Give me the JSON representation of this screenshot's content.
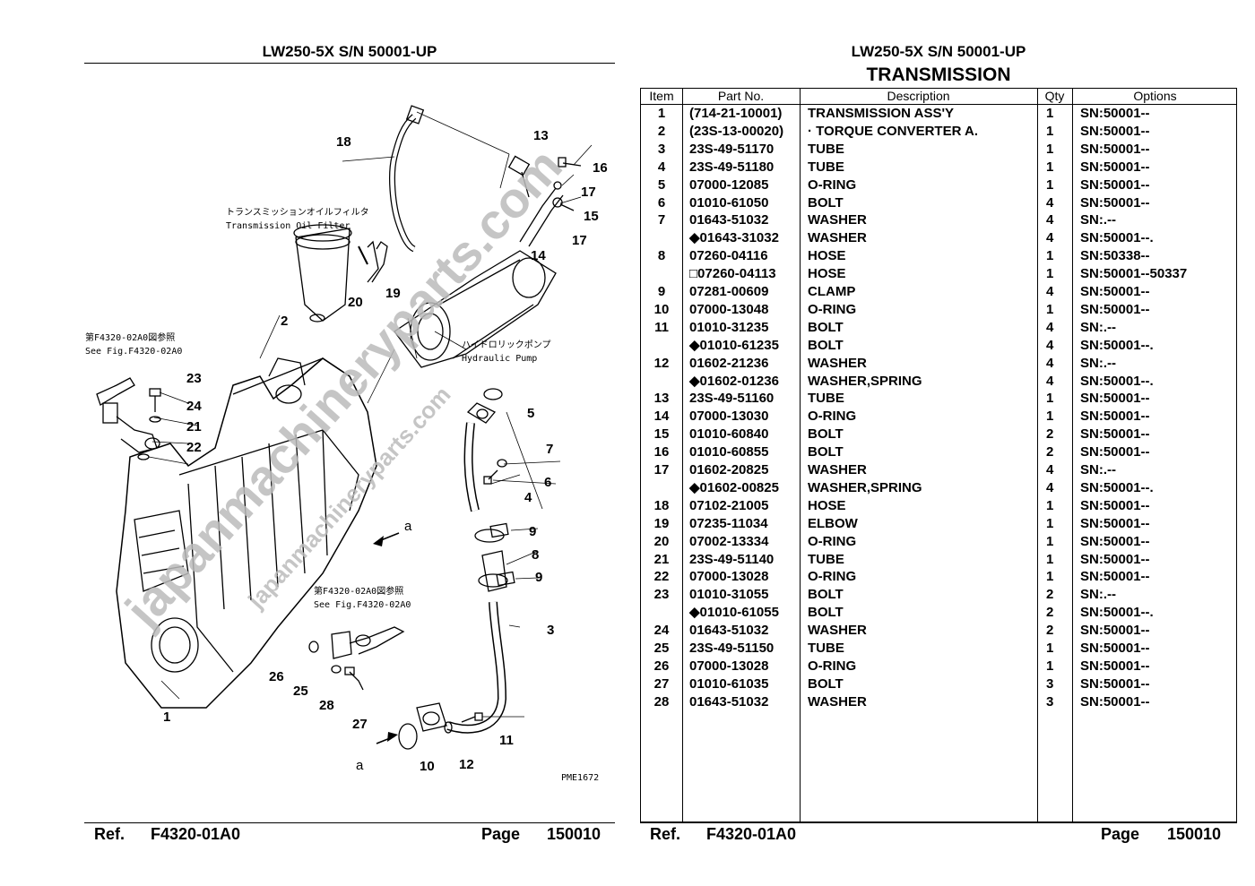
{
  "left_header": {
    "title": "LW250-5X S/N 50001-UP"
  },
  "right_header": {
    "title": "LW250-5X S/N 50001-UP",
    "subtitle": "TRANSMISSION"
  },
  "diagram": {
    "labels_jp": {
      "filter": "トランスミッションオイルフィルタ",
      "see1": "第F4320-02A0図参照",
      "pump": "ハイドロリックポンプ",
      "see2": "第F4320-02A0図参照"
    },
    "labels_en": {
      "filter": "Transmission Oil Filter",
      "see1": "See Fig.F4320-02A0",
      "pump": "Hydraulic Pump",
      "see2": "See Fig.F4320-02A0",
      "code": "PME1672"
    },
    "callouts": {
      "n1": "1",
      "n2": "2",
      "n3": "3",
      "n4": "4",
      "n5": "5",
      "n6": "6",
      "n7": "7",
      "n8": "8",
      "n9a": "9",
      "n9b": "9",
      "n10": "10",
      "n11": "11",
      "n12": "12",
      "n13": "13",
      "n14": "14",
      "n15": "15",
      "n16": "16",
      "n17a": "17",
      "n17b": "17",
      "n18": "18",
      "n19": "19",
      "n20": "20",
      "n21": "21",
      "n22": "22",
      "n23": "23",
      "n24": "24",
      "n25": "25",
      "n26": "26",
      "n27": "27",
      "n28": "28",
      "a1": "a",
      "a2": "a"
    }
  },
  "watermark": {
    "large": "japanmachineryparts.com",
    "small": "japanmachineryparts.com"
  },
  "table": {
    "headers": {
      "item": "Item",
      "part": "Part No.",
      "desc": "Description",
      "qty": "Qty",
      "opt": "Options"
    },
    "rows": [
      {
        "item": "1",
        "part": "(714-21-10001)",
        "desc": "TRANSMISSION ASS'Y",
        "qty": "1",
        "opt": "SN:50001--"
      },
      {
        "item": "2",
        "part": "(23S-13-00020)",
        "desc": "·  TORQUE CONVERTER A.",
        "qty": "1",
        "opt": "SN:50001--"
      },
      {
        "item": "3",
        "part": "23S-49-51170",
        "desc": "TUBE",
        "qty": "1",
        "opt": "SN:50001--"
      },
      {
        "item": "4",
        "part": "23S-49-51180",
        "desc": "TUBE",
        "qty": "1",
        "opt": "SN:50001--"
      },
      {
        "item": "5",
        "part": "07000-12085",
        "desc": "O-RING",
        "qty": "1",
        "opt": "SN:50001--"
      },
      {
        "item": "6",
        "part": "01010-61050",
        "desc": "BOLT",
        "qty": "4",
        "opt": "SN:50001--"
      },
      {
        "item": "7",
        "part": "01643-51032",
        "desc": "WASHER",
        "qty": "4",
        "opt": "SN:.--"
      },
      {
        "item": "",
        "part": "◆01643-31032",
        "desc": "WASHER",
        "qty": "4",
        "opt": "SN:50001--."
      },
      {
        "item": "8",
        "part": "07260-04116",
        "desc": "HOSE",
        "qty": "1",
        "opt": "SN:50338--"
      },
      {
        "item": "",
        "part": "□07260-04113",
        "desc": "HOSE",
        "qty": "1",
        "opt": "SN:50001--50337"
      },
      {
        "item": "9",
        "part": "07281-00609",
        "desc": "CLAMP",
        "qty": "4",
        "opt": "SN:50001--"
      },
      {
        "item": "10",
        "part": "07000-13048",
        "desc": "O-RING",
        "qty": "1",
        "opt": "SN:50001--"
      },
      {
        "item": "11",
        "part": "01010-31235",
        "desc": "BOLT",
        "qty": "4",
        "opt": "SN:.--"
      },
      {
        "item": "",
        "part": "◆01010-61235",
        "desc": "BOLT",
        "qty": "4",
        "opt": "SN:50001--."
      },
      {
        "item": "12",
        "part": "01602-21236",
        "desc": "WASHER",
        "qty": "4",
        "opt": "SN:.--"
      },
      {
        "item": "",
        "part": "◆01602-01236",
        "desc": "WASHER,SPRING",
        "qty": "4",
        "opt": "SN:50001--."
      },
      {
        "item": "13",
        "part": "23S-49-51160",
        "desc": "TUBE",
        "qty": "1",
        "opt": "SN:50001--"
      },
      {
        "item": "14",
        "part": "07000-13030",
        "desc": "O-RING",
        "qty": "1",
        "opt": "SN:50001--"
      },
      {
        "item": "15",
        "part": "01010-60840",
        "desc": "BOLT",
        "qty": "2",
        "opt": "SN:50001--"
      },
      {
        "item": "16",
        "part": "01010-60855",
        "desc": "BOLT",
        "qty": "2",
        "opt": "SN:50001--"
      },
      {
        "item": "17",
        "part": "01602-20825",
        "desc": "WASHER",
        "qty": "4",
        "opt": "SN:.--"
      },
      {
        "item": "",
        "part": "◆01602-00825",
        "desc": "WASHER,SPRING",
        "qty": "4",
        "opt": "SN:50001--."
      },
      {
        "item": "18",
        "part": "07102-21005",
        "desc": "HOSE",
        "qty": "1",
        "opt": "SN:50001--"
      },
      {
        "item": "19",
        "part": "07235-11034",
        "desc": "ELBOW",
        "qty": "1",
        "opt": "SN:50001--"
      },
      {
        "item": "20",
        "part": "07002-13334",
        "desc": "O-RING",
        "qty": "1",
        "opt": "SN:50001--"
      },
      {
        "item": "21",
        "part": "23S-49-51140",
        "desc": "TUBE",
        "qty": "1",
        "opt": "SN:50001--"
      },
      {
        "item": "22",
        "part": "07000-13028",
        "desc": "O-RING",
        "qty": "1",
        "opt": "SN:50001--"
      },
      {
        "item": "23",
        "part": "01010-31055",
        "desc": "BOLT",
        "qty": "2",
        "opt": "SN:.--"
      },
      {
        "item": "",
        "part": "◆01010-61055",
        "desc": "BOLT",
        "qty": "2",
        "opt": "SN:50001--."
      },
      {
        "item": "24",
        "part": "01643-51032",
        "desc": "WASHER",
        "qty": "2",
        "opt": "SN:50001--"
      },
      {
        "item": "25",
        "part": "23S-49-51150",
        "desc": "TUBE",
        "qty": "1",
        "opt": "SN:50001--"
      },
      {
        "item": "26",
        "part": "07000-13028",
        "desc": "O-RING",
        "qty": "1",
        "opt": "SN:50001--"
      },
      {
        "item": "27",
        "part": "01010-61035",
        "desc": "BOLT",
        "qty": "3",
        "opt": "SN:50001--"
      },
      {
        "item": "28",
        "part": "01643-51032",
        "desc": "WASHER",
        "qty": "3",
        "opt": "SN:50001--"
      }
    ]
  },
  "footer_left": {
    "ref_label": "Ref.",
    "ref_value": "F4320-01A0",
    "page_label": "Page",
    "page_value": "150010"
  },
  "footer_right": {
    "ref_label": "Ref.",
    "ref_value": "F4320-01A0",
    "page_label": "Page",
    "page_value": "150010"
  }
}
